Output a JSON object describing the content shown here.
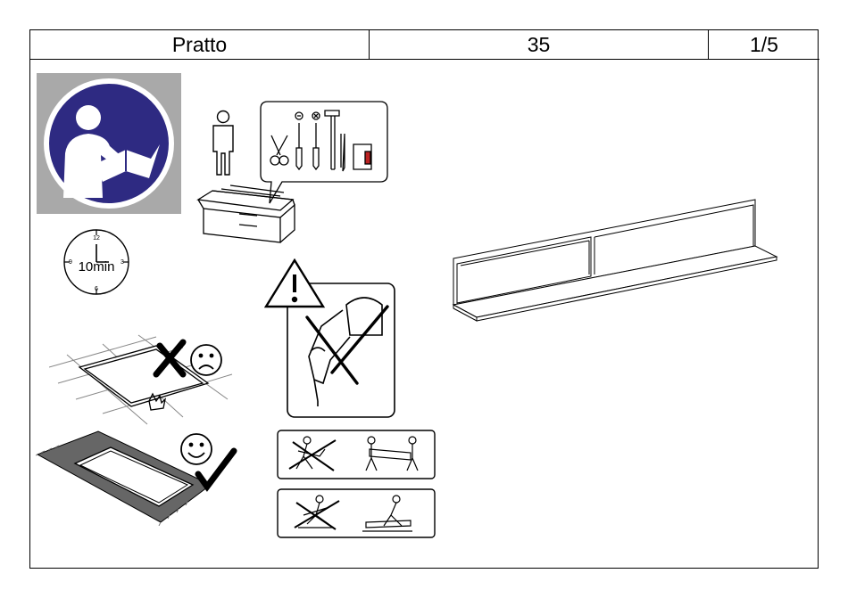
{
  "header": {
    "model_name": "Pratto",
    "page_code": "35",
    "sheet_number": "1/5"
  },
  "instructions": {
    "assembly_time": "10min",
    "clock_numbers": [
      "12",
      "3",
      "6",
      "9"
    ]
  },
  "colors": {
    "manual_sign_blue": "#2e2a82",
    "manual_sign_frame": "#a9a9a9",
    "line": "#000000"
  },
  "icons": [
    "read-manual-icon",
    "one-person-icon",
    "tools-required-icon",
    "clock-icon",
    "no-hard-floor-icon",
    "sad-face-icon",
    "soft-surface-icon",
    "happy-face-icon",
    "warning-icon",
    "no-power-drill-icon",
    "two-person-carry-icon",
    "careful-handling-icon",
    "wall-shelf-illustration"
  ]
}
